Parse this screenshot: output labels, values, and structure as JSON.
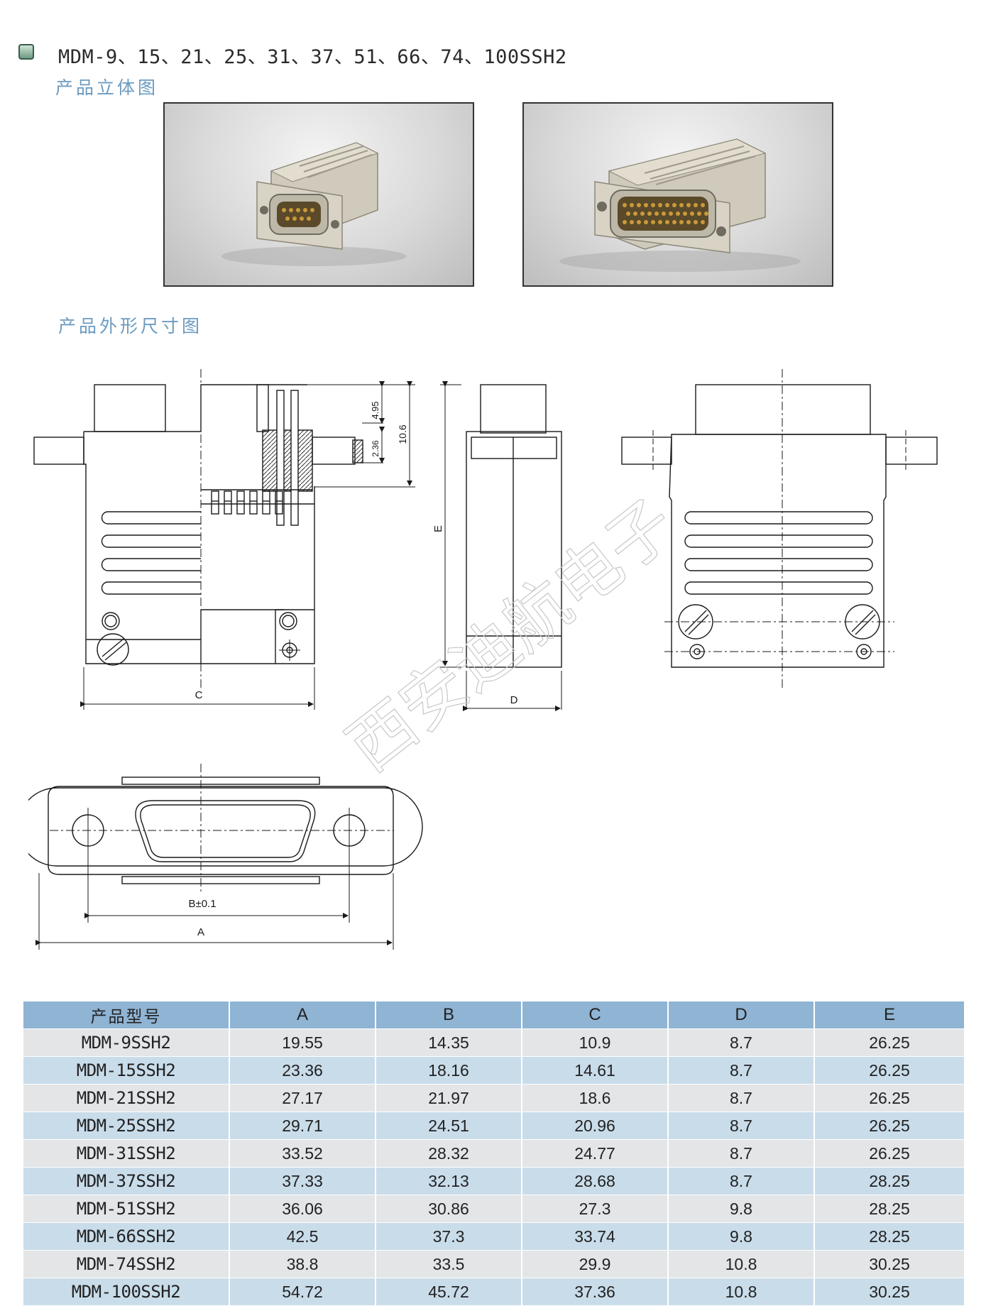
{
  "header": {
    "title": "MDM-9、15、21、25、31、37、51、66、74、100SSH2",
    "section_3d": "产品立体图",
    "section_dims": "产品外形尺寸图"
  },
  "watermark": "西安迪航电子",
  "drawing_labels": {
    "dim_495": "4.95",
    "dim_236": "2.36",
    "dim_106": "10.6",
    "dim_e": "E",
    "dim_c": "C",
    "dim_d": "D",
    "dim_b": "B±0.1",
    "dim_a": "A"
  },
  "table": {
    "headers": [
      "产品型号",
      "A",
      "B",
      "C",
      "D",
      "E"
    ],
    "rows": [
      [
        "MDM-9SSH2",
        "19.55",
        "14.35",
        "10.9",
        "8.7",
        "26.25"
      ],
      [
        "MDM-15SSH2",
        "23.36",
        "18.16",
        "14.61",
        "8.7",
        "26.25"
      ],
      [
        "MDM-21SSH2",
        "27.17",
        "21.97",
        "18.6",
        "8.7",
        "26.25"
      ],
      [
        "MDM-25SSH2",
        "29.71",
        "24.51",
        "20.96",
        "8.7",
        "26.25"
      ],
      [
        "MDM-31SSH2",
        "33.52",
        "28.32",
        "24.77",
        "8.7",
        "26.25"
      ],
      [
        "MDM-37SSH2",
        "37.33",
        "32.13",
        "28.68",
        "8.7",
        "28.25"
      ],
      [
        "MDM-51SSH2",
        "36.06",
        "30.86",
        "27.3",
        "9.8",
        "28.25"
      ],
      [
        "MDM-66SSH2",
        "42.5",
        "37.3",
        "33.74",
        "9.8",
        "28.25"
      ],
      [
        "MDM-74SSH2",
        "38.8",
        "33.5",
        "29.9",
        "10.8",
        "30.25"
      ],
      [
        "MDM-100SSH2",
        "54.72",
        "45.72",
        "37.36",
        "10.8",
        "30.25"
      ]
    ]
  }
}
